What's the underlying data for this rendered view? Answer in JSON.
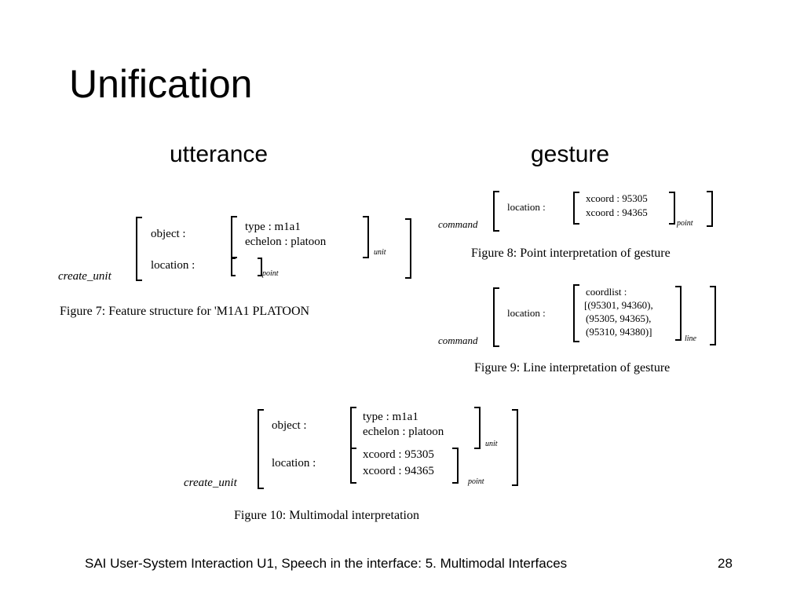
{
  "slide": {
    "title": "Unification",
    "utterance_label": "utterance",
    "gesture_label": "gesture",
    "footer": "SAI User-System Interaction U1, Speech in the interface: 5. Multimodal Interfaces",
    "page_number": "28"
  },
  "fig7": {
    "head": "create_unit",
    "object_key": "object :",
    "type_line": "type : m1a1",
    "echelon_line": "echelon : platoon",
    "unit_sub": "unit",
    "location_key": "location :",
    "point_sub": "point",
    "caption": "Figure 7: Feature structure for 'M1A1 PLATOON"
  },
  "fig8": {
    "head": "command",
    "location_key": "location :",
    "x_line": "xcoord : 95305",
    "y_line": "xcoord : 94365",
    "point_sub": "point",
    "caption": "Figure 8: Point interpretation of gesture"
  },
  "fig9": {
    "head": "command",
    "location_key": "location :",
    "coord_label": "coordlist :",
    "coord_lines": [
      "[(95301, 94360),",
      "(95305, 94365),",
      "(95310, 94380)]"
    ],
    "line_sub": "line",
    "caption": "Figure 9: Line interpretation of gesture"
  },
  "fig10": {
    "head": "create_unit",
    "object_key": "object :",
    "type_line": "type : m1a1",
    "echelon_line": "echelon : platoon",
    "unit_sub": "unit",
    "location_key": "location :",
    "x_line": "xcoord : 95305",
    "y_line": "xcoord : 94365",
    "point_sub": "point",
    "caption": "Figure 10: Multimodal interpretation"
  }
}
